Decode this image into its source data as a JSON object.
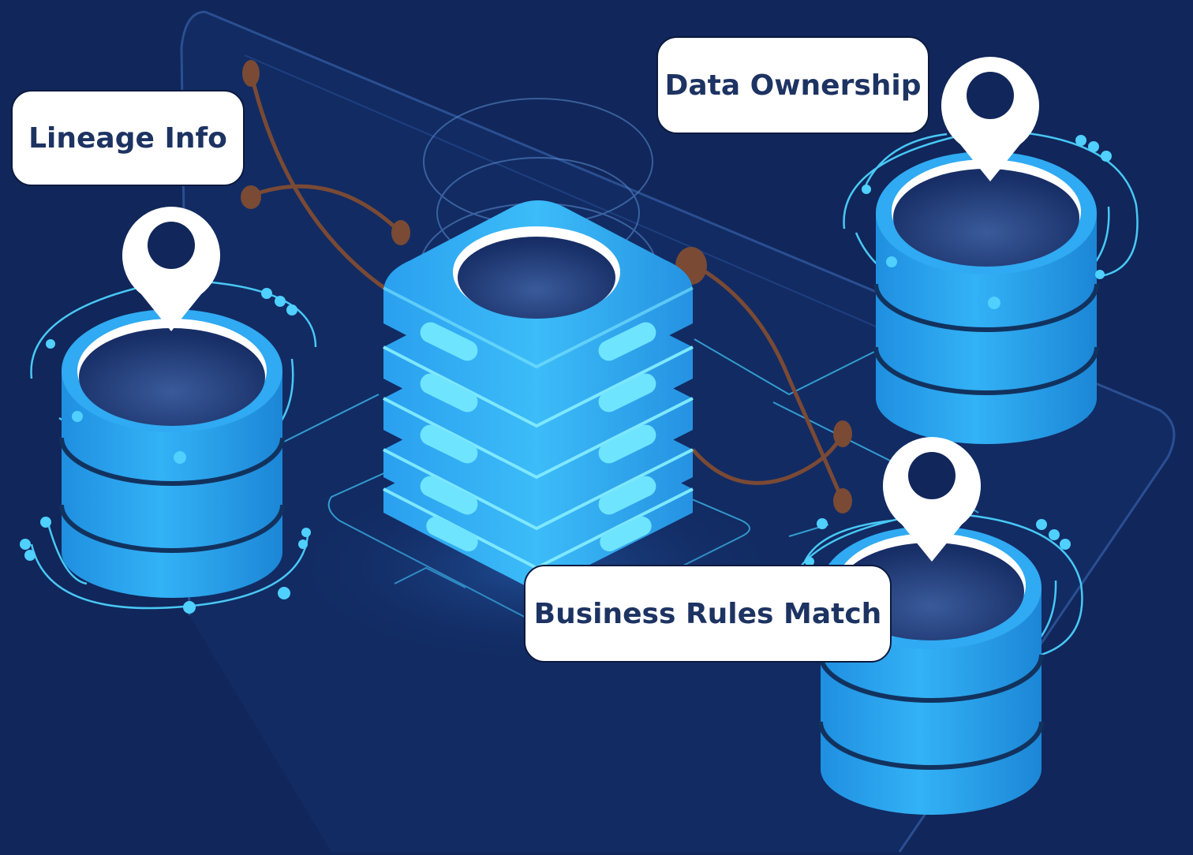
{
  "labels": {
    "lineage": "Lineage Info",
    "ownership": "Data Ownership",
    "business_rules": "Business Rules Match"
  },
  "icons": {
    "pin": "location-pin-icon",
    "database": "database-cylinder-icon",
    "server": "server-stack-icon"
  },
  "colors": {
    "background": "#11265a",
    "cylinder": "#29a6f0",
    "server": "#35b4f5",
    "glow": "#48d6ff",
    "connector": "#7a4a35",
    "label_text": "#1d3362"
  }
}
